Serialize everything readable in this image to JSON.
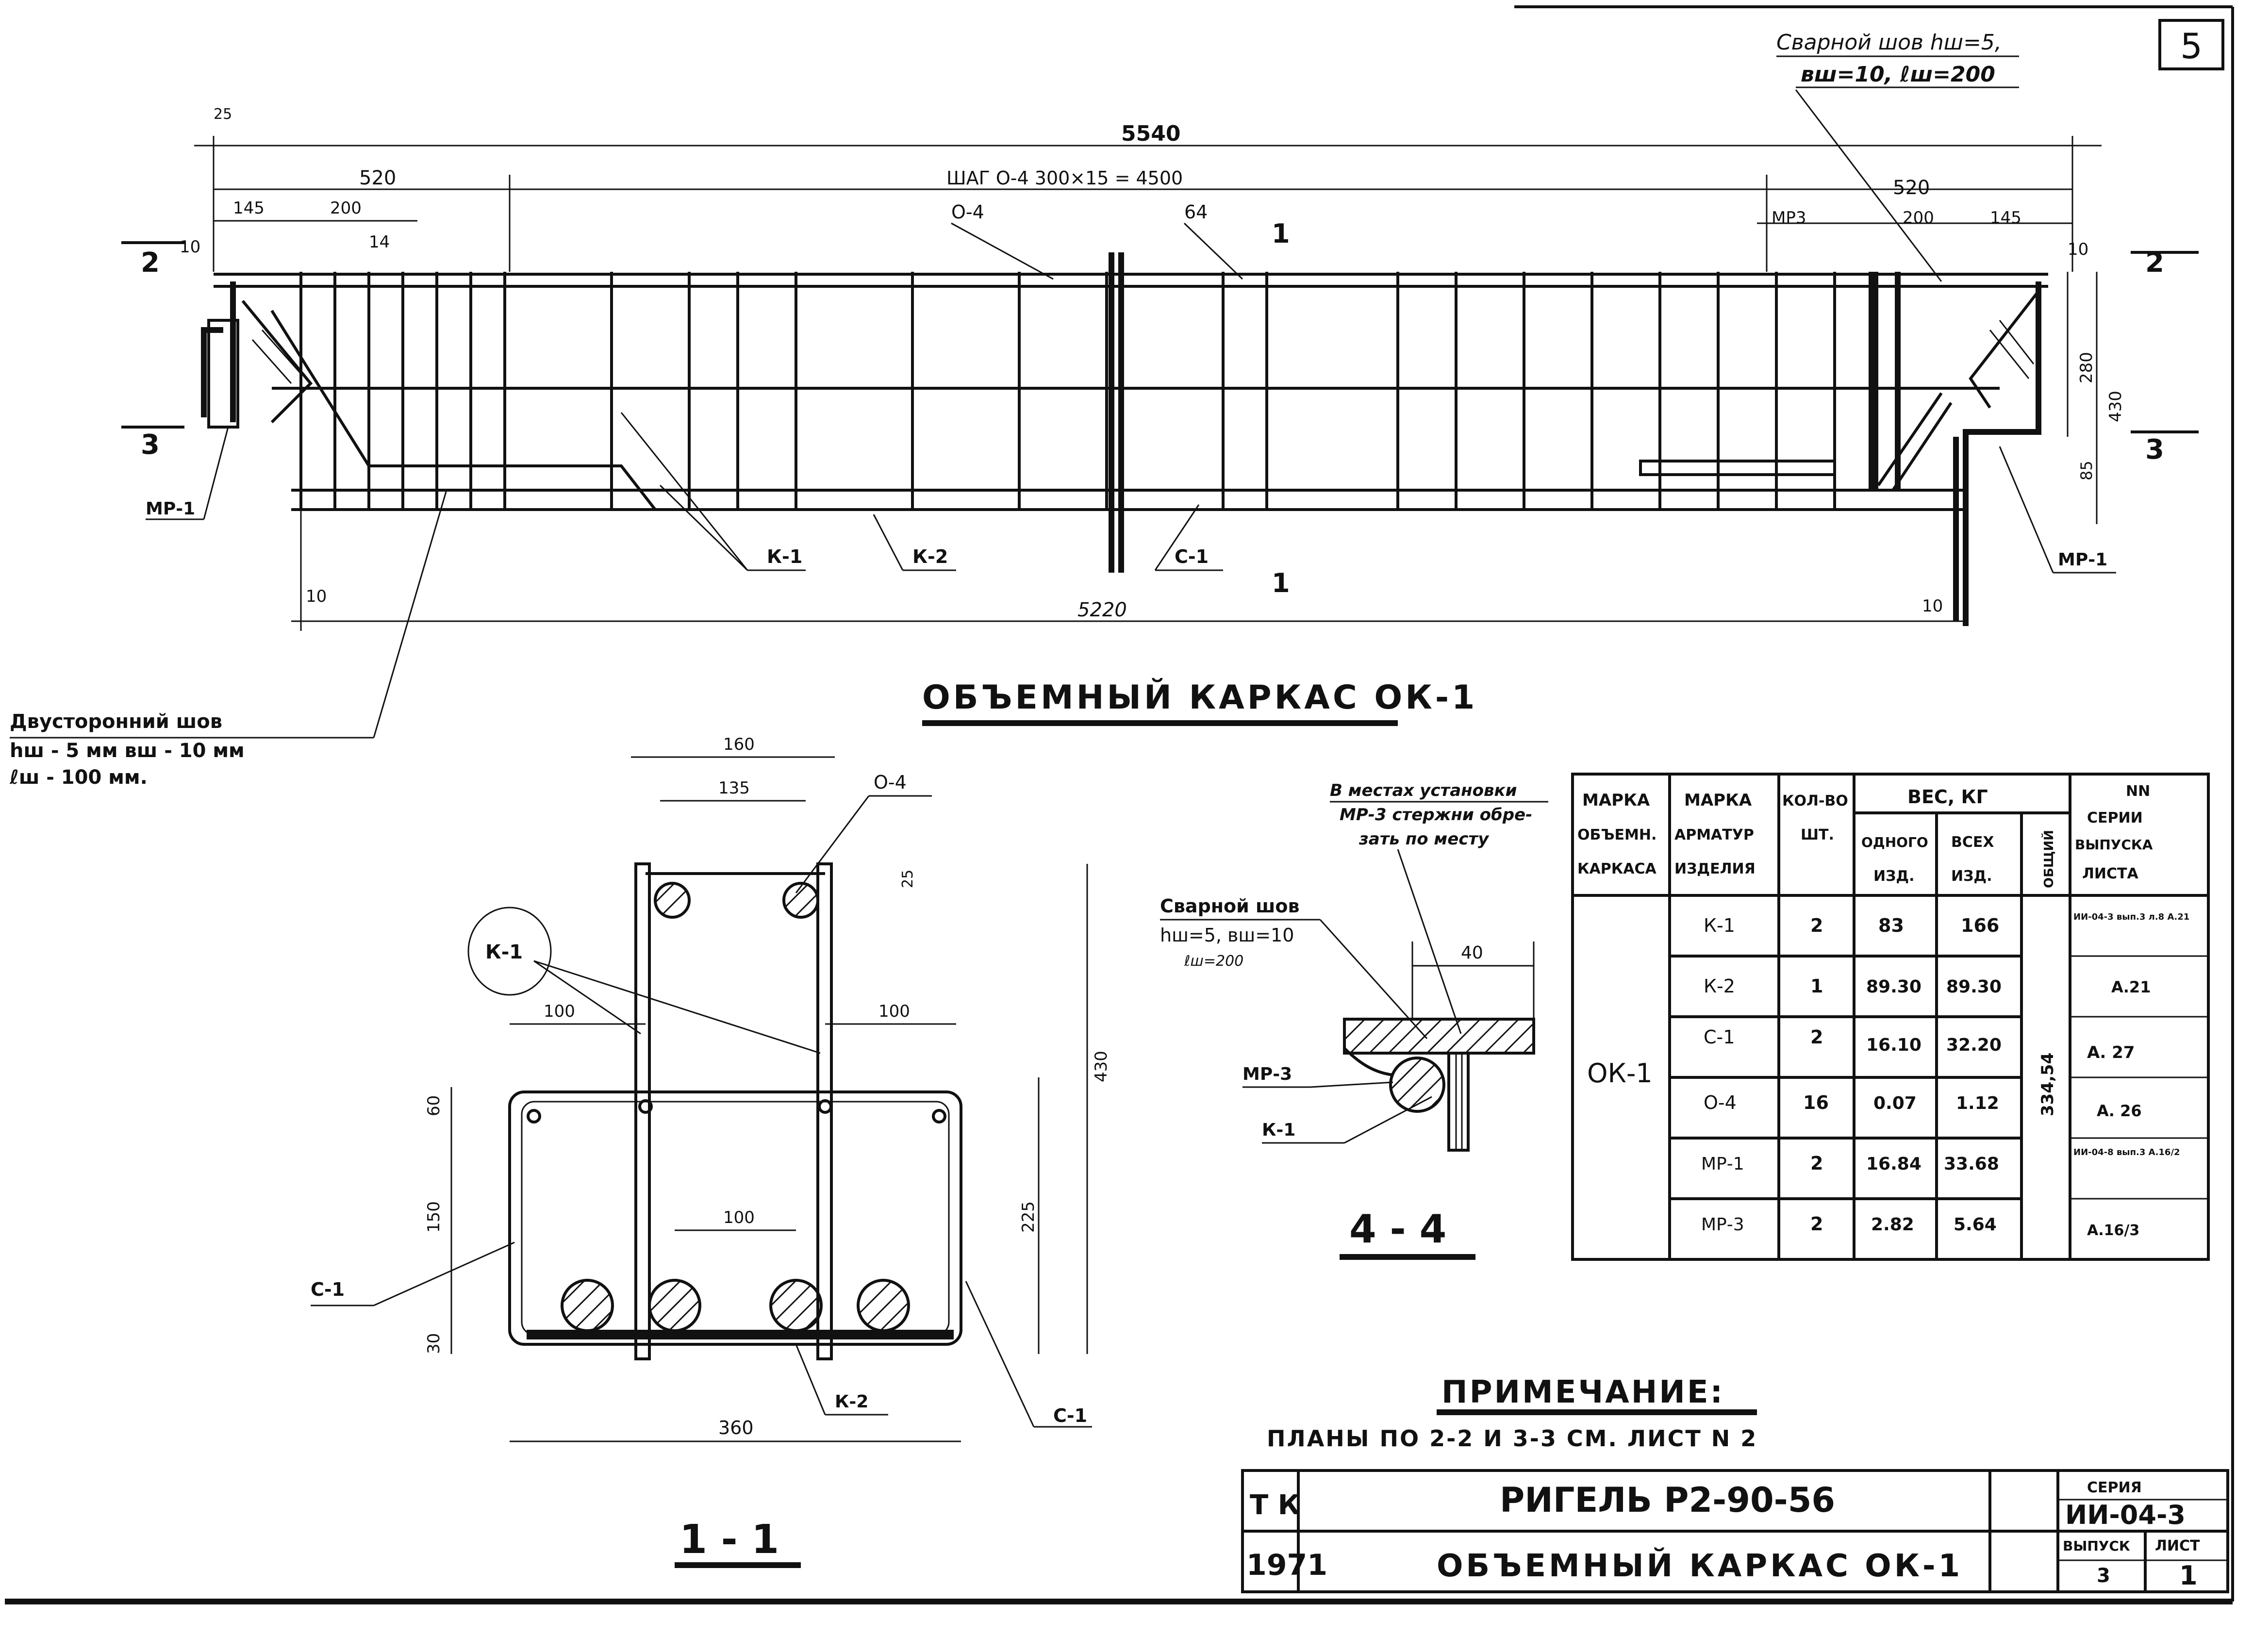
{
  "sheet_number": "5",
  "top_weld_note": {
    "line1": "Сварной шов hш=5,",
    "line2": "вш=10, ℓш=200"
  },
  "elevation": {
    "title": "ОБЪЕМНЫЙ КАРКАС ОК-1",
    "dim_total": "5540",
    "dim_step": "ШАГ О-4 300×15 = 4500",
    "dim_left_520": "520",
    "dim_left_145": "145",
    "dim_left_200": "200",
    "dim_left_10": "10",
    "dim_left_25": "25",
    "dim_left_14": "14",
    "dim_right_520": "520",
    "dim_right_200": "200",
    "dim_right_145": "145",
    "dim_right_10": "10",
    "dim_bottom_5220": "5220",
    "dim_bottom_left_10": "10",
    "dim_bottom_right_10": "10",
    "dim_h_280": "280",
    "dim_h_430": "430",
    "dim_h_85": "85",
    "label_o4": "О-4",
    "label_64": "64",
    "label_mr3": "МР3",
    "label_k1": "К-1",
    "label_k2": "К-2",
    "label_s1": "С-1",
    "label_mr1_left": "МР-1",
    "label_mr1_right": "МР-1",
    "cut_1_top": "1",
    "cut_1_bottom": "1",
    "section_2_left": "2",
    "section_3_left": "3",
    "section_2_right": "2",
    "section_3_right": "3"
  },
  "weld_note_left": {
    "line1": "Двусторонний шов",
    "line2": "hш - 5 мм   вш - 10 мм",
    "line3": "ℓш - 100 мм."
  },
  "section_1_1": {
    "title": "1 - 1",
    "dim_160": "160",
    "dim_135": "135",
    "dim_25": "25",
    "dim_100_left": "100",
    "dim_100_right": "100",
    "dim_100_mid": "100",
    "dim_430": "430",
    "dim_60": "60",
    "dim_150": "150",
    "dim_30": "30",
    "dim_225": "225",
    "dim_360": "360",
    "label_o4": "О-4",
    "label_k1": "К-1",
    "label_s1_left": "С-1",
    "label_s1_right": "С-1",
    "label_k2": "К-2"
  },
  "section_4_4": {
    "title": "4 - 4",
    "note_line1": "В местах установки",
    "note_line2": "МР-3 стержни обре-",
    "note_line3": "зать по месту",
    "weld_line1": "Сварной шов",
    "weld_line2": "hш=5, вш=10",
    "weld_line3": "ℓш=200",
    "dim_40": "40",
    "label_mr3": "МР-3",
    "label_k1": "К-1"
  },
  "spec_table": {
    "headers": {
      "col1": [
        "МАРКА",
        "ОБЪЕМН.",
        "КАРКАСА"
      ],
      "col2": [
        "МАРКА",
        "АРМАТУР",
        "ИЗДЕЛИЯ"
      ],
      "col3": [
        "КОЛ-ВО",
        "ШТ."
      ],
      "weight": "ВЕС, КГ",
      "one": [
        "ОДНОГО",
        "ИЗД."
      ],
      "all": [
        "ВСЕХ",
        "ИЗД."
      ],
      "total": "ОБЩИЙ",
      "series": [
        "NN",
        "СЕРИИ",
        "ВЫПУСКА",
        "ЛИСТА"
      ]
    },
    "frame_mark": "ОК-1",
    "total_weight": "334,54",
    "rows": [
      {
        "mark": "К-1",
        "qty": "2",
        "one": "83",
        "all": "166",
        "ref": "ИИ-04-3 вып.3 л.8 А.21"
      },
      {
        "mark": "К-2",
        "qty": "1",
        "one": "89.30",
        "all": "89.30",
        "ref": "А.21"
      },
      {
        "mark": "С-1",
        "qty": "2",
        "one": "16.10",
        "all": "32.20",
        "ref": "А. 27"
      },
      {
        "mark": "О-4",
        "qty": "16",
        "one": "0.07",
        "all": "1.12",
        "ref": "А. 26"
      },
      {
        "mark": "МР-1",
        "qty": "2",
        "one": "16.84",
        "all": "33.68",
        "ref": "ИИ-04-8 вып.3 А.16/2"
      },
      {
        "mark": "МР-3",
        "qty": "2",
        "one": "2.82",
        "all": "5.64",
        "ref": "А.16/3"
      }
    ]
  },
  "note": {
    "title": "ПРИМЕЧАНИЕ:",
    "text": "ПЛАНЫ ПО 2-2 И 3-3 СМ. ЛИСТ N 2"
  },
  "title_block": {
    "tk": "Т К",
    "year": "1971",
    "name": "РИГЕЛЬ Р2-90-56",
    "subtitle": "ОБЪЕМНЫЙ КАРКАС ОК-1",
    "series_label": "СЕРИЯ",
    "series_value": "ИИ-04-3",
    "issue_label": "ВЫПУСК",
    "issue_value": "3",
    "sheet_label": "ЛИСТ",
    "sheet_value": "1"
  }
}
